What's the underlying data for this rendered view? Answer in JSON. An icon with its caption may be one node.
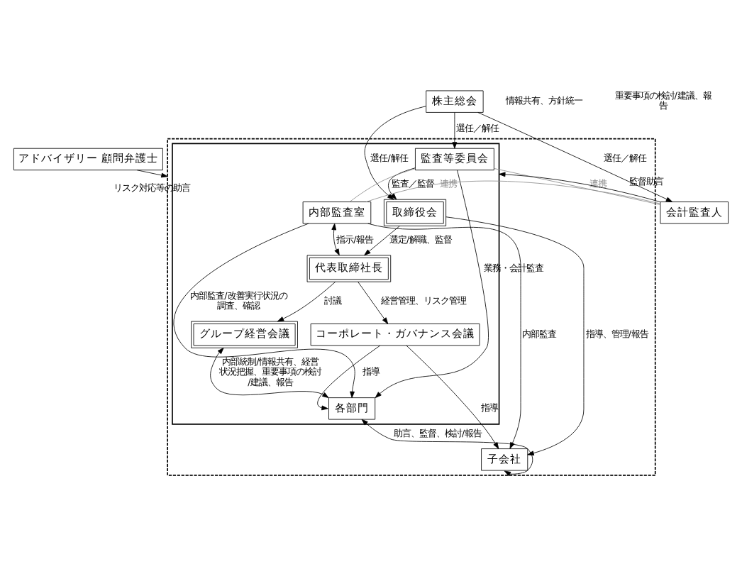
{
  "diagram": {
    "nodes": [
      {
        "text": [
          "株主総会"
        ]
      },
      {
        "text": [],
        "shape": "box"
      },
      {
        "text": [],
        "shape": "box",
        "in": 1
      },
      {
        "text": [
          "取締役会"
        ],
        "in": 2
      },
      {
        "text": [
          "監査等委員会"
        ],
        "in": 2
      },
      {
        "text": [
          "代表取締社長"
        ],
        "in": 2
      },
      {
        "text": [
          "内部監査室"
        ],
        "in": 2
      },
      {
        "text": [
          "コーポレート・ガバナンス会議"
        ],
        "in": 2
      },
      {
        "text": [
          "グループ経営会議"
        ],
        "in": 2
      },
      {
        "text": [
          "各部門"
        ],
        "in": 2
      },
      {
        "text": [
          "子会社"
        ],
        "in": 1
      },
      {
        "text": [
          "アドバイザリー 顧問弁護士"
        ]
      },
      {
        "text": [
          "会計監査人"
        ]
      }
    ],
    "edges": [
      {
        "from": 0,
        "to": 3,
        "arrow": "to",
        "label": "選任/解任"
      },
      {
        "from": 0,
        "to": 4,
        "arrow": "to",
        "label": "選任／解任"
      },
      {
        "from": 0,
        "to": 12,
        "arrow": "to",
        "label": "選任／解任"
      },
      {
        "from": 4,
        "to": 3,
        "arrow": "to",
        "label": "監査／監督"
      },
      {
        "from": 3,
        "to": 5,
        "arrow": "to",
        "label": "選定/解職、監督"
      },
      {
        "from": 4,
        "to": 6,
        "arrow": "none",
        "color": "#8c8c8c"
      },
      {
        "from": 6,
        "to": 5,
        "arrow": "both",
        "label": "指示/報告"
      },
      {
        "from": 5,
        "to": 8,
        "arrow": "to",
        "label": "討議"
      },
      {
        "from": 5,
        "to": 7,
        "arrow": "to",
        "label": "経営管理、リスク管理"
      },
      {
        "from": 3,
        "to": 10,
        "arrow": "to",
        "label": "指導、管理/報告"
      },
      {
        "from": 8,
        "to": 9,
        "arrow": "both",
        "label": "内部統制/情報共有、経営状況把握、重要事項の検討/建議、報告"
      },
      {
        "from": 7,
        "to": 9,
        "arrow": "to",
        "label": "指導"
      },
      {
        "from": 7,
        "to": 10,
        "arrow": "to",
        "label": "指導"
      },
      {
        "from": 6,
        "to": 9,
        "arrow": "to",
        "label": "内部監査/改善実行状況の調査、確認"
      },
      {
        "from": 4,
        "to": 9,
        "arrow": "to",
        "label": "業務・会計監査"
      },
      {
        "from": 6,
        "to": 10,
        "arrow": "to",
        "label": "内部監査"
      },
      {
        "from": 9,
        "to": 10,
        "arrow": "both",
        "label": "助言、監督、検討/報告"
      },
      {
        "from": 4,
        "to": 12,
        "arrow": "none",
        "label": "連携",
        "color": "#8c8c8c"
      },
      {
        "from": 6,
        "to": 12,
        "arrow": "none",
        "label": "連携",
        "color": "#8c8c8c"
      },
      {
        "from": 12,
        "to": 2,
        "arrow": "to",
        "label": "監督助言"
      },
      {
        "from": 11,
        "to": 1,
        "arrow": "to",
        "label": "リスク対応等の助言"
      }
    ],
    "labels": [
      "情報共有、方針統一",
      "重要事項の検討/建議、報告"
    ]
  }
}
